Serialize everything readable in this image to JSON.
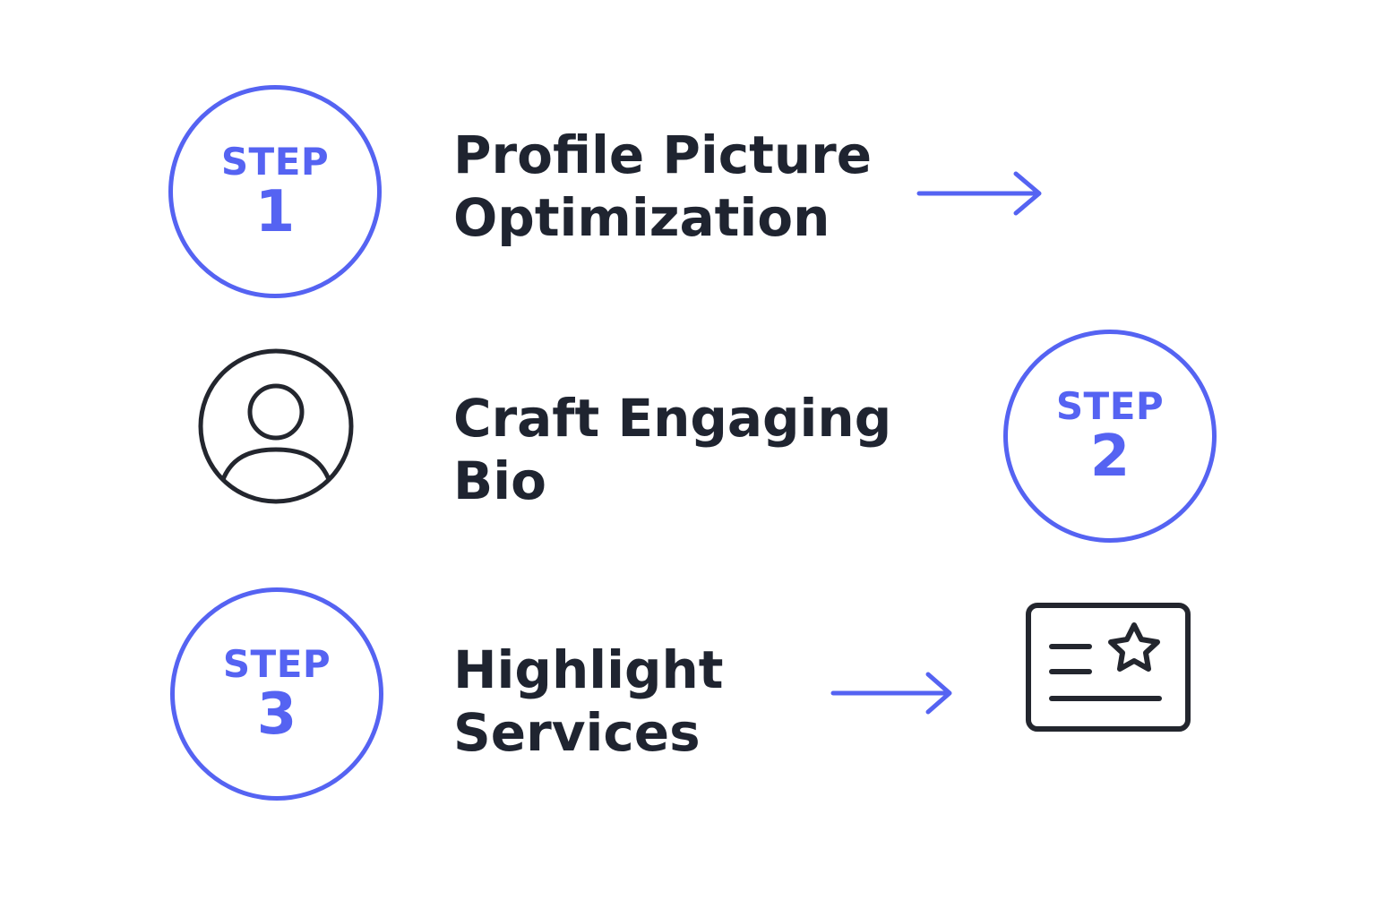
{
  "colors": {
    "accent": "#5563F2",
    "text": "#1F2430",
    "icon_stroke": "#23262E",
    "background": "#FFFFFF"
  },
  "steps": [
    {
      "word": "STEP",
      "number": "1",
      "title_line1": "Profile Picture",
      "title_line2": "Optimization"
    },
    {
      "word": "STEP",
      "number": "2",
      "title_line1": "Craft Engaging",
      "title_line2": "Bio"
    },
    {
      "word": "STEP",
      "number": "3",
      "title_line1": "Highlight",
      "title_line2": "Services"
    }
  ],
  "icons": {
    "arrow": "arrow-right-icon",
    "user": "user-profile-icon",
    "card": "featured-card-star-icon"
  }
}
